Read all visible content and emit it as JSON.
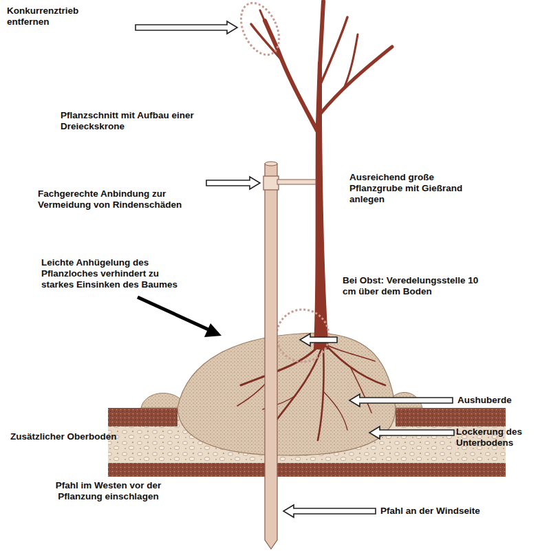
{
  "diagram": {
    "labels": [
      "Konkurrenztrieb entfernen",
      "Pflanzschnitt mit Aufbau einer Dreieckskrone",
      "Fachgerechte Anbindung zur Vermeidung von Rindenschäden",
      "Ausreichend große Pflanzgrube mit Gießrand anlegen",
      "Leichte Anhügelung des Pflanzloches verhindert zu starkes Einsinken des Baumes",
      "Bei Obst: Veredelungsstelle 10 cm über dem Boden",
      "Aushuberde",
      "Zusätzlicher Oberboden",
      "Lockerung des Unterbodens",
      "Pfahl im Westen vor der Pflanzung einschlagen",
      "Pfahl an der Windseite"
    ]
  }
}
